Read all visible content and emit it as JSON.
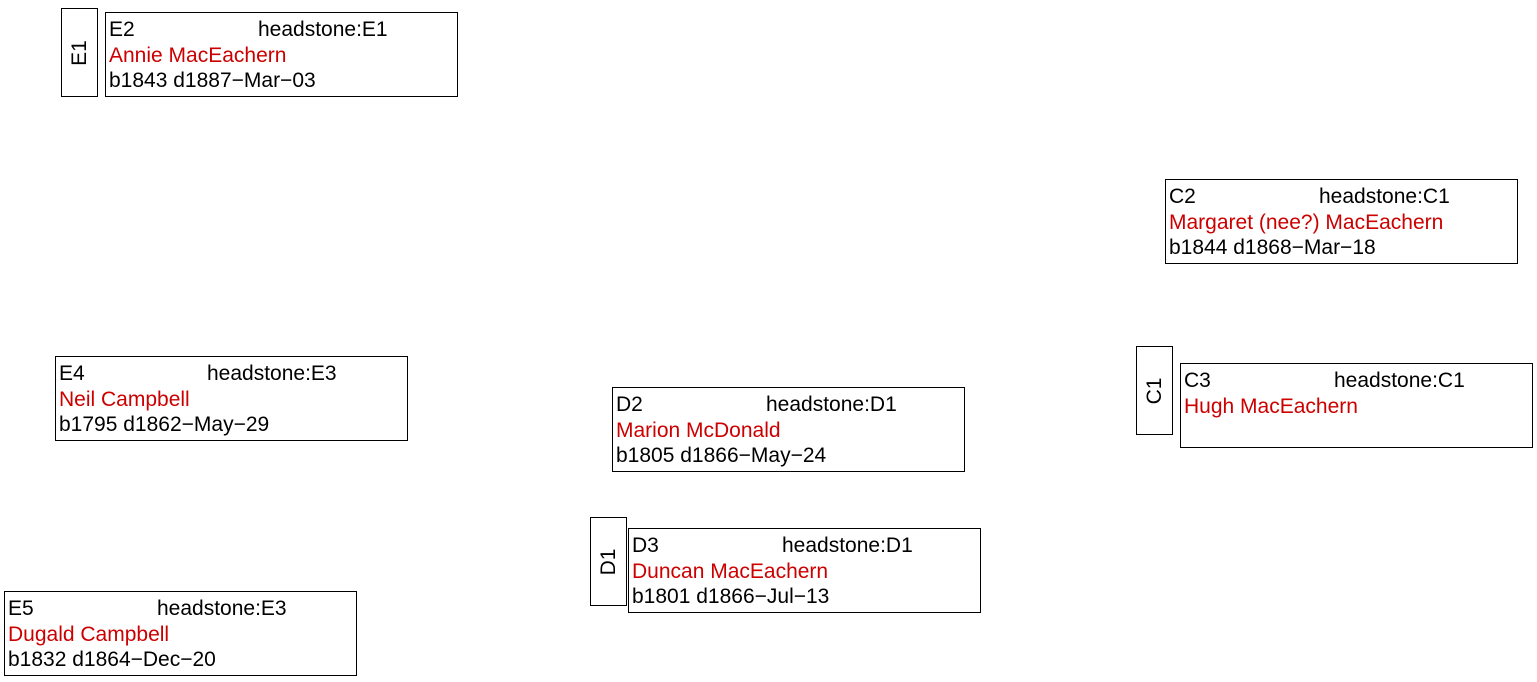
{
  "colors": {
    "name": "#cc0000",
    "text": "#000000",
    "border": "#000000"
  },
  "tags": [
    {
      "id": "E1",
      "label": "E1"
    },
    {
      "id": "C1",
      "label": "C1"
    },
    {
      "id": "D1",
      "label": "D1"
    }
  ],
  "cards": {
    "e2": {
      "plot": "E2",
      "headstone": "headstone:E1",
      "name": "Annie MacEachern",
      "dates": "b1843 d1887−Mar−03"
    },
    "c2": {
      "plot": "C2",
      "headstone": "headstone:C1",
      "name": "Margaret (nee?) MacEachern",
      "dates": "b1844 d1868−Mar−18"
    },
    "e4": {
      "plot": "E4",
      "headstone": "headstone:E3",
      "name": "Neil Campbell",
      "dates": "b1795 d1862−May−29"
    },
    "d2": {
      "plot": "D2",
      "headstone": "headstone:D1",
      "name": "Marion McDonald",
      "dates": "b1805 d1866−May−24"
    },
    "c3": {
      "plot": "C3",
      "headstone": "headstone:C1",
      "name": "Hugh MacEachern",
      "dates": ""
    },
    "d3": {
      "plot": "D3",
      "headstone": "headstone:D1",
      "name": "Duncan MacEachern",
      "dates": "b1801 d1866−Jul−13"
    },
    "e5": {
      "plot": "E5",
      "headstone": "headstone:E3",
      "name": "Dugald Campbell",
      "dates": "b1832 d1864−Dec−20"
    }
  }
}
